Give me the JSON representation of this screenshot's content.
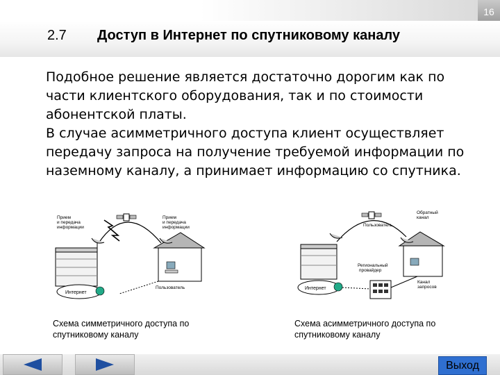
{
  "slide": {
    "page_number": "16",
    "section_number": "2.7",
    "title": "Доступ в Интернет по спутниковому каналу",
    "paragraph1": "Подобное решение является достаточно дорогим как по части клиентского оборудования, так и по стоимости абонентской платы.",
    "paragraph2": "В случае асимметричного доступа клиент осуществляет передачу запроса на получение требуемой информации по наземному каналу, а принимает информацию со спутника."
  },
  "diagram_left": {
    "label_tx_left": [
      "Прием",
      "и передача",
      "информации"
    ],
    "label_tx_right": [
      "Прием",
      "и передача",
      "информации"
    ],
    "label_internet": "Интернет",
    "label_user": "Пользователь"
  },
  "diagram_right": {
    "label_return": [
      "Обратный",
      "канал"
    ],
    "label_user": "Пользователь",
    "label_gateway": [
      "Региональный",
      "провайдер"
    ],
    "label_request": [
      "Канал",
      "запросов"
    ],
    "label_internet": "Интернет"
  },
  "captions": {
    "left": "Схема симметричного доступа по спутниковому каналу",
    "right": "Схема асимметричного доступа по спутниковому каналу"
  },
  "nav": {
    "prev_icon": "arrow-left-icon",
    "next_icon": "arrow-right-icon",
    "exit_label": "Выход"
  },
  "colors": {
    "nav_arrow": "#1f4fa0",
    "exit_button": "#2f6fd0"
  }
}
